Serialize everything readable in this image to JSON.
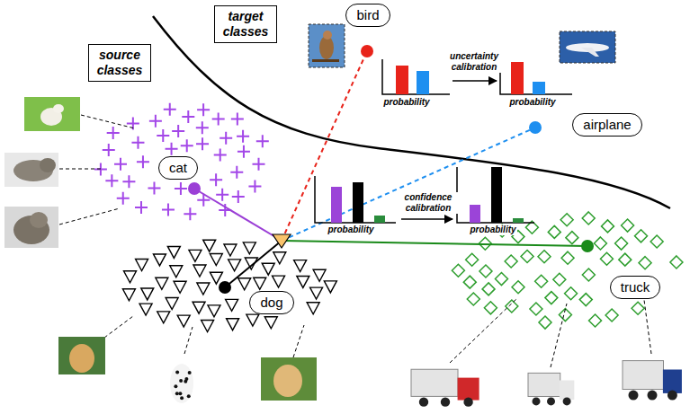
{
  "diagram": {
    "nodes": [
      {
        "text": [
          "target classes"
        ]
      },
      {
        "text": [
          "bird"
        ]
      },
      {
        "text": [
          "source classes"
        ]
      },
      {
        "text": [
          "airplane"
        ]
      },
      {
        "text": [
          "cat"
        ]
      },
      {
        "text": [
          "dog"
        ]
      },
      {
        "text": [
          "truck"
        ]
      }
    ],
    "labels": [
      "probability",
      "uncertainty calibration",
      "probability",
      "probability",
      "confidence calibration",
      "probability"
    ]
  }
}
